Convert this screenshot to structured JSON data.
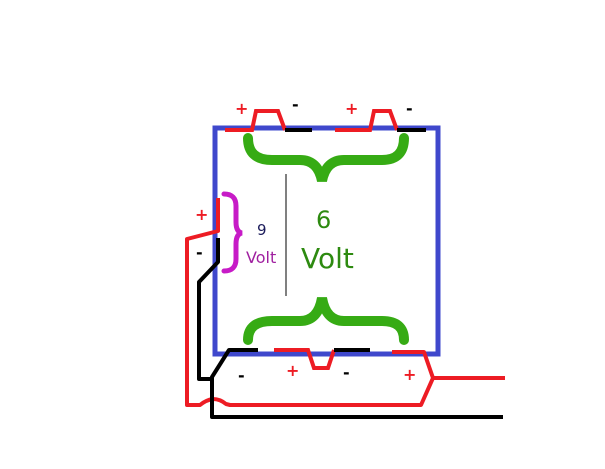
{
  "colors": {
    "box": "#3f48cc",
    "positive_wire": "#ed1c24",
    "negative_wire": "#000000",
    "brace_6v": "#36ab14",
    "brace_9v": "#c71bc7",
    "divider": "#000000"
  },
  "top_batteries": [
    {
      "plus": "+",
      "minus": "-"
    },
    {
      "plus": "+",
      "minus": "-"
    }
  ],
  "bottom_batteries": [
    {
      "minus": "-",
      "plus": "+"
    },
    {
      "minus": "-",
      "plus": "+"
    }
  ],
  "left_lead": {
    "plus": "+",
    "minus": "-"
  },
  "label_9v": {
    "number": "9",
    "unit": "Volt"
  },
  "label_6v": {
    "number": "6",
    "unit": "Volt"
  }
}
